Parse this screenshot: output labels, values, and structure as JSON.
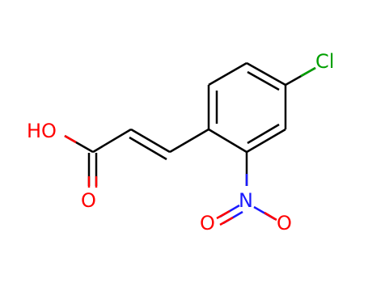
{
  "molecule": {
    "atoms": {
      "hydroxyl": {
        "text": "HO",
        "color": "#ff0000"
      },
      "carbonyl_oxygen": {
        "text": "O",
        "color": "#ff0000"
      },
      "chlorine": {
        "text": "Cl",
        "color": "#00a000"
      },
      "nitro_nitrogen": {
        "text": "N",
        "color": "#1a1aff"
      },
      "nitro_oxygen_left": {
        "text": "O",
        "color": "#ff0000"
      },
      "nitro_oxygen_right": {
        "text": "O",
        "color": "#ff0000"
      }
    },
    "bond_color": "#000000"
  }
}
